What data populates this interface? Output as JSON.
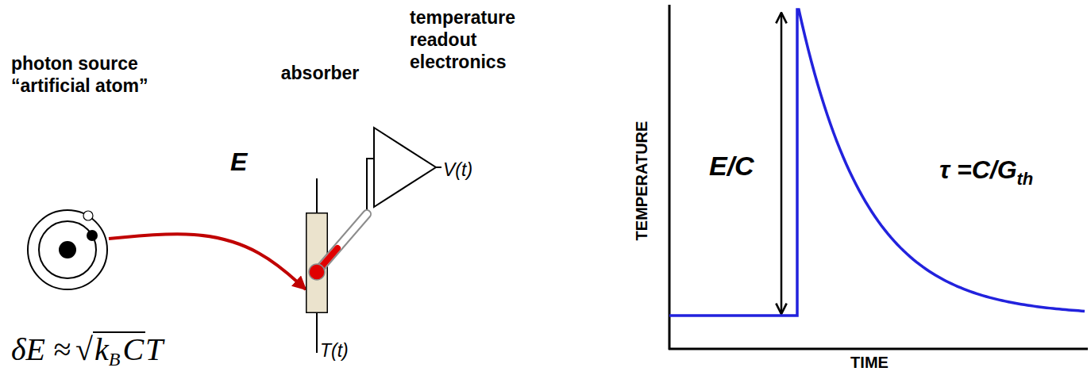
{
  "diagram": {
    "nodes": [
      {
        "text": [
          "photon source “artificial atom”"
        ]
      },
      {
        "text": [
          "absorber",
          "T(t)"
        ]
      },
      {
        "text": [
          "temperature readout electronics",
          "V(t)"
        ]
      }
    ],
    "edges": [
      {
        "from": 0,
        "to": 1,
        "arrow": "to",
        "label": "E"
      },
      {
        "from": 1,
        "to": 2,
        "arrow": "none"
      }
    ],
    "labels": [
      "TEMPERATURE",
      "E/C",
      "τ =C/G",
      "th",
      "TIME",
      "δE ≈",
      "√",
      "k",
      "B",
      "C",
      "T"
    ]
  }
}
